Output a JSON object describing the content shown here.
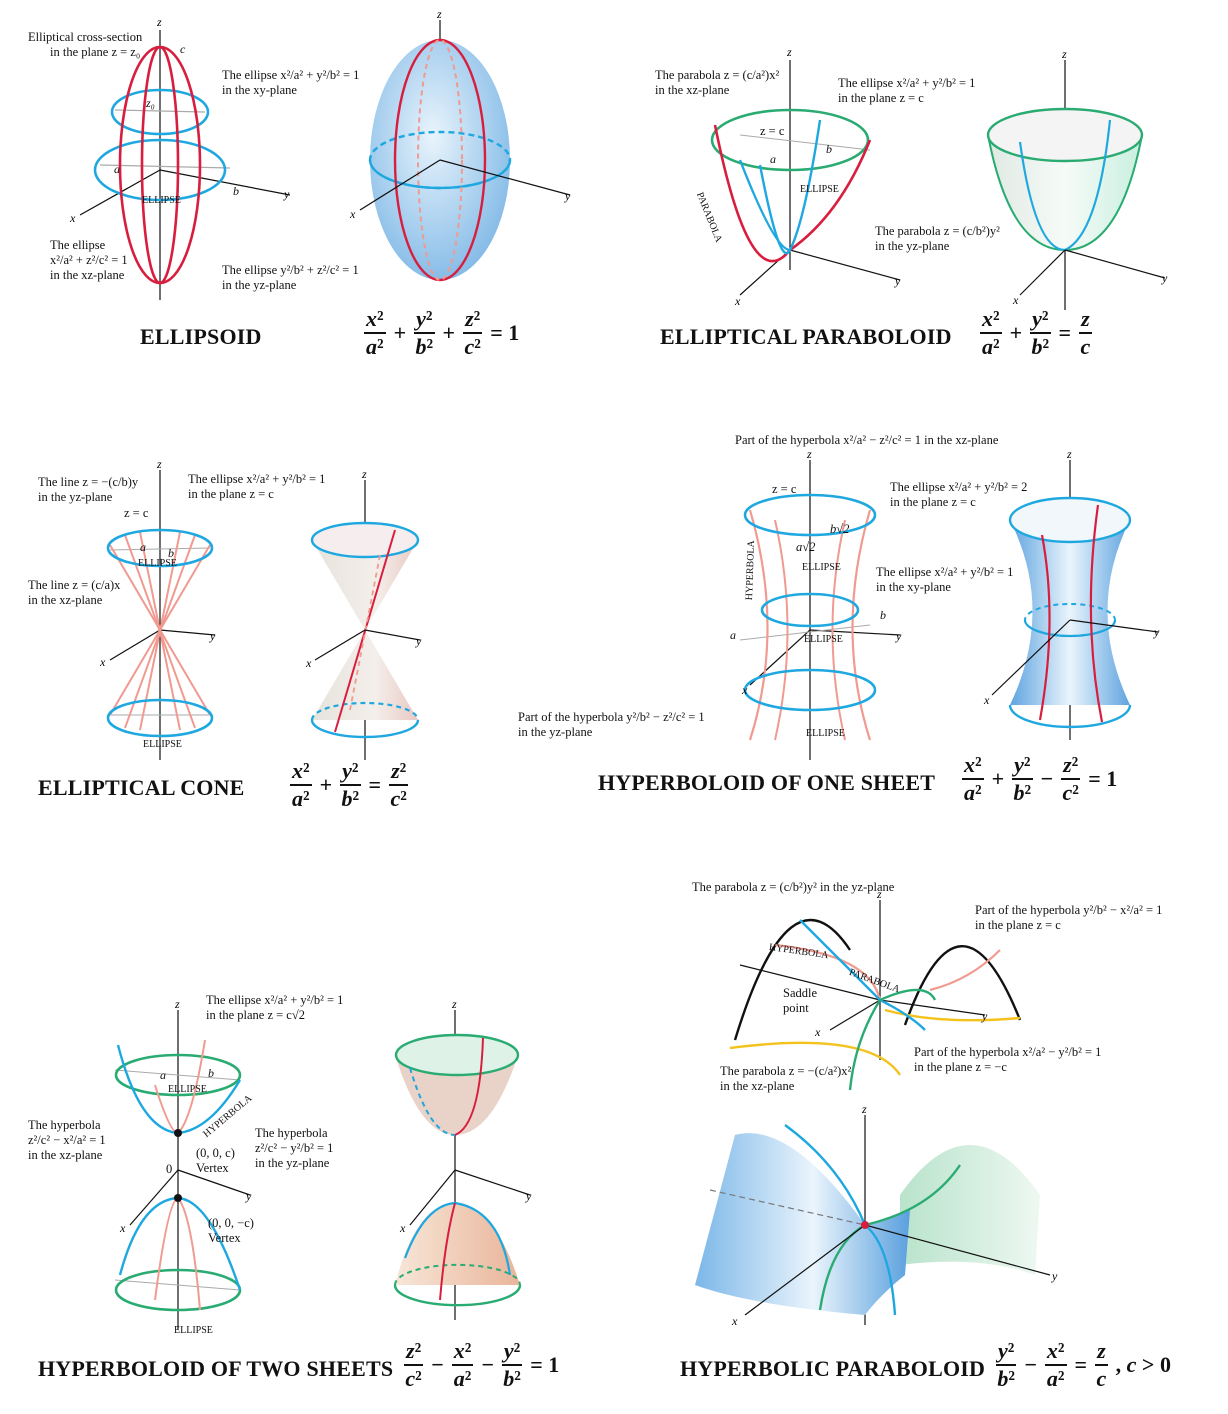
{
  "colors": {
    "red": "#d81e3e",
    "blue": "#1fa8e0",
    "green": "#2aab72",
    "pink": "#f09a90",
    "yellow": "#f4c21c",
    "black": "#111111",
    "gray": "#9a9a9a"
  },
  "surfaces": {
    "ellipsoid": {
      "title": "ELLIPSOID",
      "equation_text": "x²/a² + y²/b² + z²/c² = 1",
      "labels": {
        "cross_section": "Elliptical cross-section",
        "cross_section2": "in the plane z = z₀",
        "xy_ellipse": "The ellipse x²/a² + y²/b² = 1",
        "xy_plane": "in the xy-plane",
        "xz_ellipse": "The ellipse",
        "xz_eq": "x²/a² + z²/c² = 1",
        "xz_plane": "in the xz-plane",
        "yz_ellipse": "The ellipse y²/b² + z²/c² = 1",
        "yz_plane": "in the yz-plane",
        "ellipse_word": "ELLIPSE",
        "z0": "z₀",
        "a": "a",
        "b": "b",
        "c": "c"
      }
    },
    "elliptical_paraboloid": {
      "title": "ELLIPTICAL PARABOLOID",
      "equation_text": "x²/a² + y²/b² = z/c",
      "labels": {
        "xz_parabola": "The parabola z = (c/a²)x²",
        "xz_plane": "in the xz-plane",
        "ellipse": "The ellipse x²/a² + y²/b² = 1",
        "ellipse_plane": "in the plane z = c",
        "yz_parabola": "The parabola z = (c/b²)y²",
        "yz_plane": "in the yz-plane",
        "parabola_word": "PARABOLA",
        "ellipse_word": "ELLIPSE",
        "zc": "z = c",
        "a": "a",
        "b": "b"
      }
    },
    "elliptical_cone": {
      "title": "ELLIPTICAL CONE",
      "equation_text": "x²/a² + y²/b² = z²/c²",
      "labels": {
        "yz_line": "The line z = −(c/b)y",
        "yz_plane": "in the yz-plane",
        "ellipse": "The ellipse x²/a² + y²/b² = 1",
        "ellipse_plane": "in the plane z = c",
        "xz_line": "The line z = (c/a)x",
        "xz_plane": "in the xz-plane",
        "zc": "z = c",
        "ellipse_word": "ELLIPSE",
        "a": "a",
        "b": "b"
      }
    },
    "hyperboloid_one_sheet": {
      "title": "HYPERBOLOID OF ONE SHEET",
      "equation_text": "x²/a² + y²/b² − z²/c² = 1",
      "labels": {
        "xz_hyperbola": "Part of the hyperbola x²/a² − z²/c² = 1 in the xz-plane",
        "ellipse2": "The ellipse x²/a² + y²/b² = 2",
        "ellipse2_plane": "in the plane z = c",
        "ellipse1": "The ellipse x²/a² + y²/b² = 1",
        "ellipse1_plane": "in the xy-plane",
        "yz_hyperbola": "Part of the hyperbola y²/b² − z²/c² = 1",
        "yz_plane": "in the yz-plane",
        "zc": "z = c",
        "a_sqrt2": "a√2",
        "b_sqrt2": "b√2",
        "hyperbola_word": "HYPERBOLA",
        "ellipse_word": "ELLIPSE",
        "a": "a",
        "b": "b"
      }
    },
    "hyperboloid_two_sheets": {
      "title": "HYPERBOLOID OF TWO SHEETS",
      "equation_text": "z²/c² − x²/a² − y²/b² = 1",
      "labels": {
        "ellipse": "The ellipse x²/a² + y²/b² = 1",
        "ellipse_plane": "in the plane z = c√2",
        "xz_hyperbola": "The hyperbola",
        "xz_eq": "z²/c² − x²/a² = 1",
        "xz_plane": "in the xz-plane",
        "yz_hyperbola": "The hyperbola",
        "yz_eq": "z²/c² − y²/b² = 1",
        "yz_plane": "in the yz-plane",
        "vertex_top": "(0, 0, c)",
        "vertex_bot": "(0, 0, −c)",
        "vertex": "Vertex",
        "zero": "0",
        "ellipse_word": "ELLIPSE",
        "hyperbola_word": "HYPERBOLA",
        "a": "a",
        "b": "b"
      }
    },
    "hyperbolic_paraboloid": {
      "title": "HYPERBOLIC PARABOLOID",
      "equation_text": "y²/b² − x²/a² = z/c, c > 0",
      "labels": {
        "yz_parabola": "The parabola z = (c/b²)y² in the yz-plane",
        "hyp_top": "Part of the hyperbola y²/b² − x²/a² = 1",
        "hyp_top_plane": "in the plane z = c",
        "saddle": "Saddle",
        "saddle2": "point",
        "xz_parabola": "The parabola z = −(c/a²)x²",
        "xz_plane": "in the xz-plane",
        "hyp_bot": "Part of the hyperbola x²/a² − y²/b² = 1",
        "hyp_bot_plane": "in the plane z = −c",
        "hyperbola_word": "HYPERBOLA",
        "parabola_word": "PARABOLA"
      }
    }
  },
  "axes": {
    "x": "x",
    "y": "y",
    "z": "z"
  }
}
